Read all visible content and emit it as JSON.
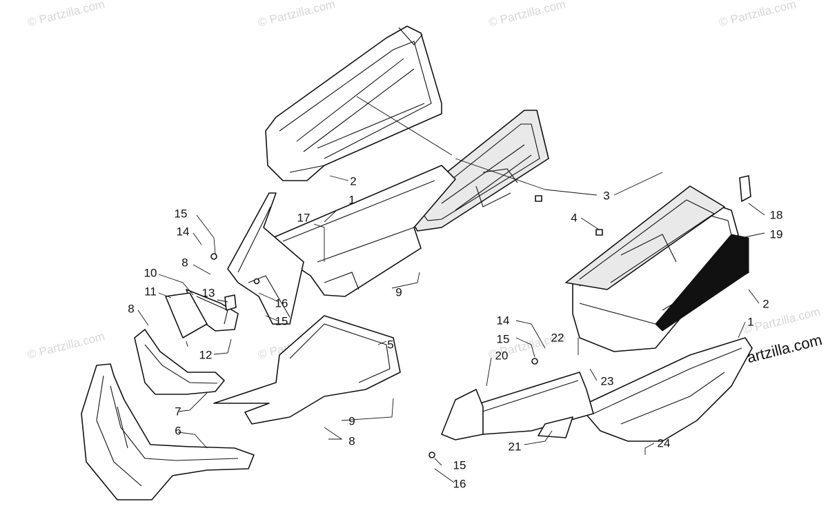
{
  "watermarks": {
    "top1": "© Partzilla.com",
    "top2": "© Partzilla.com",
    "top3": "© Partzilla.com",
    "top4": "© Partzilla.com",
    "mid1": "© Partzilla.com",
    "mid2": "© Partzilla.com",
    "mid3": "© Partzilla.com",
    "mid4": "© Partzilla.com",
    "brand": "© Partzilla.com"
  },
  "callouts": {
    "c2a": "2",
    "c1a": "1",
    "c3": "3",
    "c4": "4",
    "c17": "17",
    "c15a": "15",
    "c14a": "14",
    "c8a": "8",
    "c10": "10",
    "c11": "11",
    "c13": "13",
    "c16a": "16",
    "c15b": "15",
    "c9a": "9",
    "c12": "12",
    "c8b": "8",
    "c5": "5",
    "c7": "7",
    "c6": "6",
    "c9b": "9",
    "c8c": "8",
    "c18": "18",
    "c19": "19",
    "c2b": "2",
    "c1b": "1",
    "c14b": "14",
    "c15c": "15",
    "c22": "22",
    "c20": "20",
    "c23": "23",
    "c21": "21",
    "c24": "24",
    "c15d": "15",
    "c16b": "16"
  }
}
